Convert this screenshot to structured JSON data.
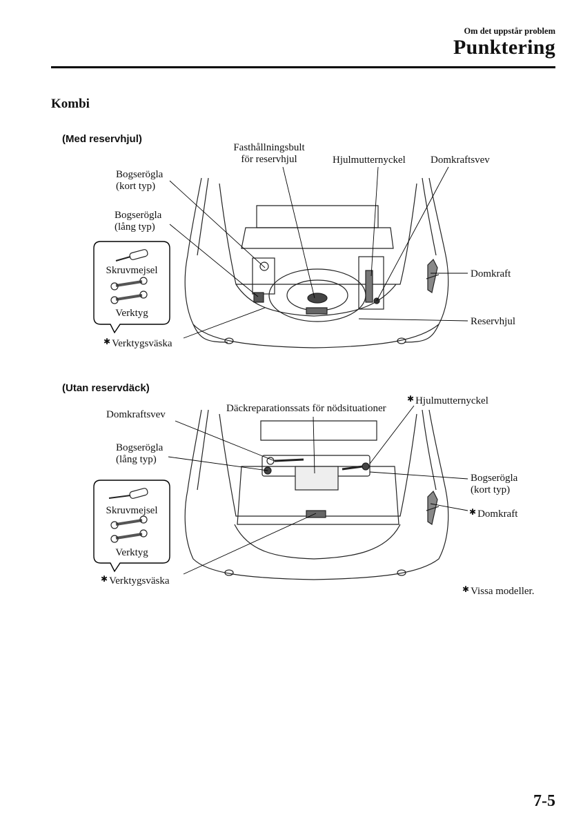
{
  "header": {
    "chapter": "Om det uppstår problem",
    "title": "Punktering"
  },
  "section_title": "Kombi",
  "asterisk": "✱",
  "figure1": {
    "subtitle": "(Med reservhjul)",
    "labels": {
      "bolt_line1": "Fasthållningsbult",
      "bolt_line2": "för reservhjul",
      "lug_wrench": "Hjulmutternyckel",
      "jack_handle": "Domkraftsvev",
      "tow_short_line1": "Bogserögla",
      "tow_short_line2": "(kort typ)",
      "tow_long_line1": "Bogserögla",
      "tow_long_line2": "(lång typ)",
      "screwdriver": "Skruvmejsel",
      "tools": "Verktyg",
      "tool_bag": "Verktygsväska",
      "jack": "Domkraft",
      "spare_wheel": "Reservhjul"
    }
  },
  "figure2": {
    "subtitle": "(Utan reservdäck)",
    "labels": {
      "jack_handle": "Domkraftsvev",
      "repair_kit": "Däckreparationssats för nödsituationer",
      "lug_wrench": "Hjulmutternyckel",
      "tow_long_line1": "Bogserögla",
      "tow_long_line2": "(lång typ)",
      "tow_short_line1": "Bogserögla",
      "tow_short_line2": "(kort typ)",
      "screwdriver": "Skruvmejsel",
      "tools": "Verktyg",
      "tool_bag": "Verktygsväska",
      "jack": "Domkraft"
    }
  },
  "footnote": "Vissa modeller.",
  "page_number": "7-5"
}
